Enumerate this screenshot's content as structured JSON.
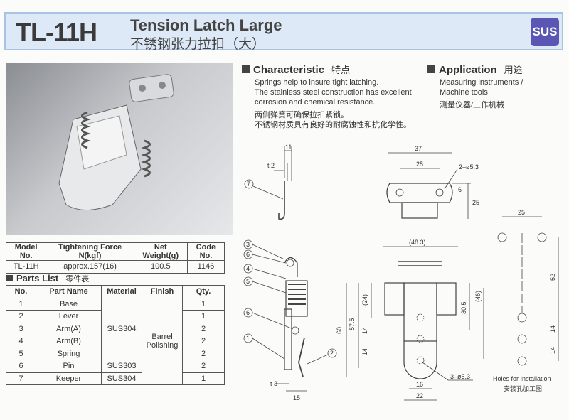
{
  "header": {
    "model": "TL-11H",
    "title_en": "Tension Latch Large",
    "title_cn": "不锈钢张力拉扣（大）",
    "badge": "SUS",
    "badge_color": "#5b56b3"
  },
  "characteristic": {
    "title": "Characteristic",
    "title_cn": "特点",
    "lines_en": [
      "Springs help to insure tight latching.",
      "The stainless steel construction has excellent",
      "corrosion and chemical resistance."
    ],
    "lines_cn": [
      "两侧弹簧可确保拉扣紧锁。",
      "不锈钢材质具有良好的耐腐蚀性和抗化学性。"
    ]
  },
  "application": {
    "title": "Application",
    "title_cn": "用途",
    "lines_en": [
      "Measuring instruments /",
      "Machine tools"
    ],
    "line_cn": "测量仪器/工作机械"
  },
  "spec": {
    "headers": [
      "Model No.",
      "Tightening Force N(kgf)",
      "Net Weight(g)",
      "Code No."
    ],
    "row": [
      "TL-11H",
      "approx.157(16)",
      "100.5",
      "1146"
    ]
  },
  "parts": {
    "title": "Parts List",
    "title_cn": "零件表",
    "headers": [
      "No.",
      "Part Name",
      "Material",
      "Finish",
      "Qty."
    ],
    "rows": [
      {
        "no": "1",
        "name": "Base",
        "qty": "1"
      },
      {
        "no": "2",
        "name": "Lever",
        "qty": "1"
      },
      {
        "no": "3",
        "name": "Arm(A)",
        "qty": "2"
      },
      {
        "no": "4",
        "name": "Arm(B)",
        "qty": "2"
      },
      {
        "no": "5",
        "name": "Spring",
        "qty": "2"
      },
      {
        "no": "6",
        "name": "Pin",
        "qty": "2"
      },
      {
        "no": "7",
        "name": "Keeper",
        "qty": "1"
      }
    ],
    "materials": [
      "SUS304",
      "SUS303",
      "SUS304"
    ],
    "finish": "Barrel Polishing"
  },
  "drawing": {
    "keeper_side": {
      "d11": "11",
      "t2": "t 2",
      "callout": "7"
    },
    "keeper_front": {
      "d37": "37",
      "d25": "25",
      "hole": "2–ø5.3",
      "d6": "6",
      "d25v": "25"
    },
    "latch_side": {
      "callouts": [
        "3",
        "6",
        "4",
        "5",
        "6",
        "1",
        "2"
      ],
      "t3": "t 3",
      "d15": "15"
    },
    "latch_front": {
      "d48": "(48.3)",
      "d60": "60",
      "d57": "57.5",
      "d24": "(24)",
      "d14a": "14",
      "d14b": "14",
      "d30": "30.5",
      "d46": "(46)",
      "d16": "16",
      "d22": "22",
      "holes": "3–ø5.3"
    },
    "install": {
      "d25": "25",
      "d52": "52",
      "d14a": "14",
      "d14b": "14",
      "caption_en": "Holes for Installation",
      "caption_cn": "安装孔加工图"
    }
  }
}
